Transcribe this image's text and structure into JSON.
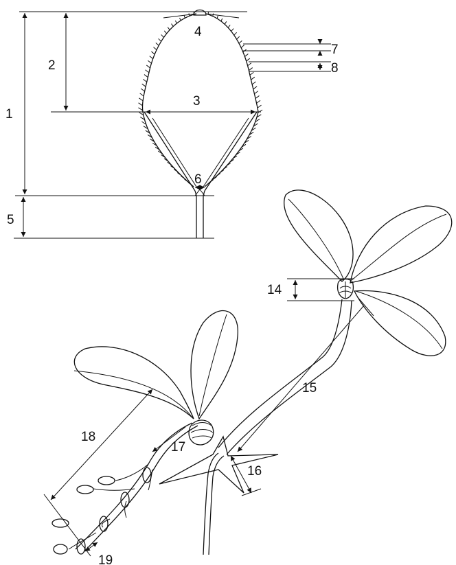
{
  "labels": {
    "l1": "1",
    "l2": "2",
    "l3": "3",
    "l4": "4",
    "l5": "5",
    "l6": "6",
    "l7": "7",
    "l8": "8",
    "l14": "14",
    "l15": "15",
    "l16": "16",
    "l17": "17",
    "l18": "18",
    "l19": "19"
  },
  "colors": {
    "line": "#111111",
    "background": "#ffffff"
  }
}
